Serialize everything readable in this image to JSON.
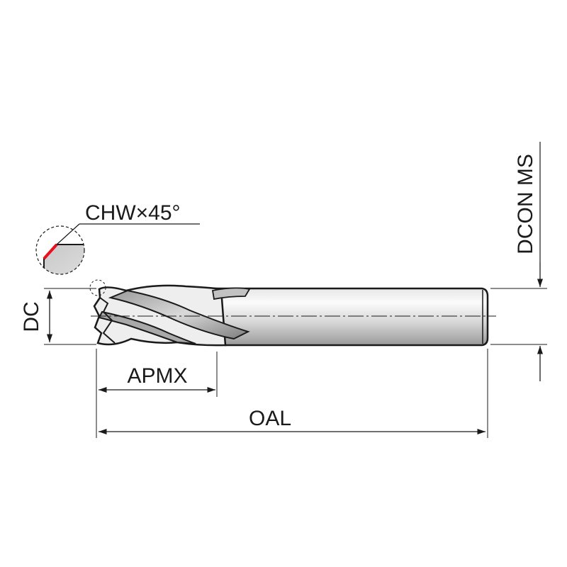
{
  "labels": {
    "chamfer": "CHW×45°",
    "dc": "DC",
    "dcon": "DCON MS",
    "apmx": "APMX",
    "oal": "OAL"
  },
  "colors": {
    "line": "#1a1a1a",
    "chamfer_accent": "#e8101e",
    "shank_light": "#f2f2f2",
    "shank_mid": "#cfcfcf",
    "shank_dark": "#8a8a8a",
    "detail_fill": "#d2d2d2"
  }
}
